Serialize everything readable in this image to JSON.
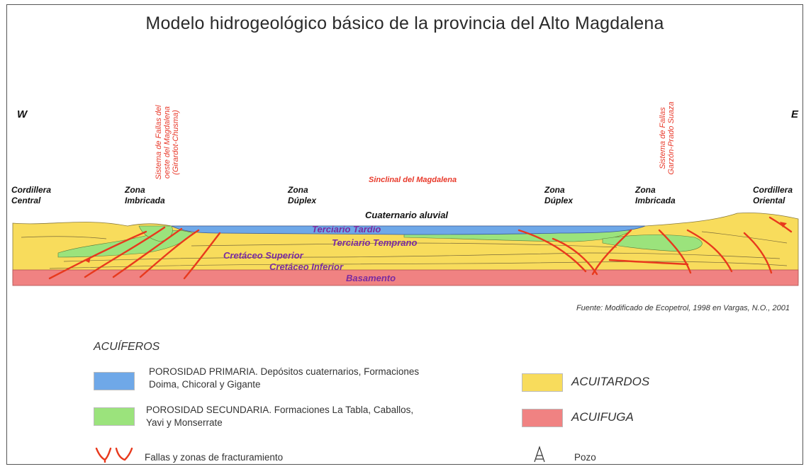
{
  "title": "Modelo hidrogeológico básico de la  provincia del Alto Magdalena",
  "directions": {
    "west": "W",
    "east": "E"
  },
  "zones": {
    "cordillera_central": [
      "Cordillera",
      "Central"
    ],
    "zona_imbricada_w": [
      "Zona",
      "Imbricada"
    ],
    "zona_duplex_w": [
      "Zona",
      "Dúplex"
    ],
    "zona_duplex_e": [
      "Zona",
      "Dúplex"
    ],
    "zona_imbricada_e": [
      "Zona",
      "Imbricada"
    ],
    "cordillera_oriental": [
      "Cordillera",
      "Oriental"
    ]
  },
  "faults": {
    "west": [
      "Sistema de Fallas del",
      "oeste del Magdalena",
      "(Girardot-Chusma)"
    ],
    "east": [
      "Sistema de Fallas",
      "Garzón-Prado Suaza"
    ]
  },
  "sinclinal": "Sinclinal del Magdalena",
  "layers": {
    "cuaternario": "Cuaternario aluvial",
    "terciario_tardio": "Terciario Tardío",
    "terciario_temprano": "Terciario Temprano",
    "cretaceo_superior": "Cretáceo Superior",
    "cretaceo_inferior": "Cretáceo Inferior",
    "basamento": "Basamento"
  },
  "source": "Fuente: Modificado de Ecopetrol, 1998 en Vargas, N.O., 2001",
  "legend": {
    "heading": "ACUÍFEROS",
    "primaria": [
      "POROSIDAD PRIMARIA. Depósitos cuaternarios, Formaciones",
      "Doima, Chicoral y Gigante"
    ],
    "secundaria": [
      "POROSIDAD SECUNDARIA. Formaciones La Tabla, Caballos,",
      "Yavi y Monserrate"
    ],
    "fallas": "Fallas y zonas de fracturamiento",
    "acuitardos": "ACUITARDOS",
    "acuifuga": "ACUIFUGA",
    "pozo": "Pozo"
  },
  "colors": {
    "blue": "#6fa8e8",
    "green": "#9be37c",
    "yellow": "#f8dc5c",
    "red": "#f08282",
    "fault": "#e8391d",
    "purple": "#7a2ba0"
  },
  "icons": {
    "fault": "fault-icon",
    "well": "well-icon"
  }
}
